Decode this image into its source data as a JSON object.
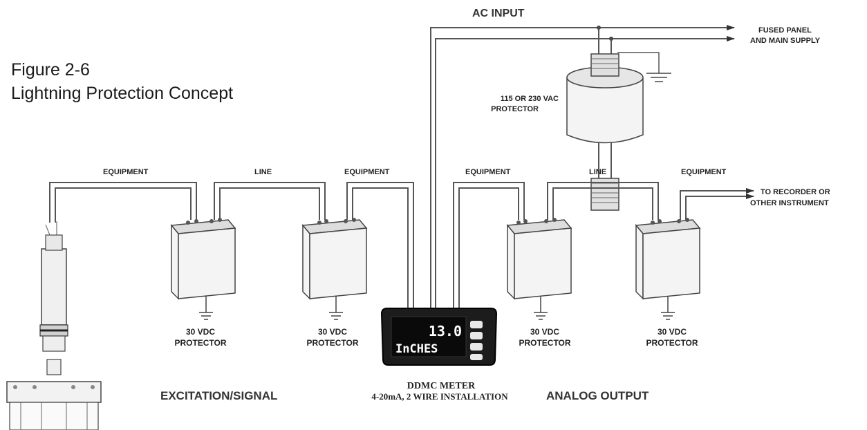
{
  "figure": {
    "number": "Figure 2-6",
    "title": "Lightning Protection Concept"
  },
  "ac_input": {
    "label": "AC INPUT",
    "destination_line1": "FUSED PANEL",
    "destination_line2": "AND MAIN SUPPLY",
    "protector_line1": "115 OR 230 VAC",
    "protector_line2": "PROTECTOR"
  },
  "wire_labels": {
    "equipment_1": "EQUIPMENT",
    "line_1": "LINE",
    "equipment_2": "EQUIPMENT",
    "equipment_3": "EQUIPMENT",
    "line_2": "LINE",
    "equipment_4": "EQUIPMENT"
  },
  "output_destination": {
    "line1": "TO RECORDER OR",
    "line2": "OTHER INSTRUMENT"
  },
  "protectors": [
    {
      "line1": "30 VDC",
      "line2": "PROTECTOR"
    },
    {
      "line1": "30 VDC",
      "line2": "PROTECTOR"
    },
    {
      "line1": "30 VDC",
      "line2": "PROTECTOR"
    },
    {
      "line1": "30 VDC",
      "line2": "PROTECTOR"
    }
  ],
  "meter": {
    "display_value": "13.0",
    "display_unit": "InCHES",
    "name": "DDMC METER",
    "subtitle": "4-20mA, 2 WIRE INSTALLATION"
  },
  "sections": {
    "left": "EXCITATION/SIGNAL",
    "right": "ANALOG OUTPUT"
  }
}
